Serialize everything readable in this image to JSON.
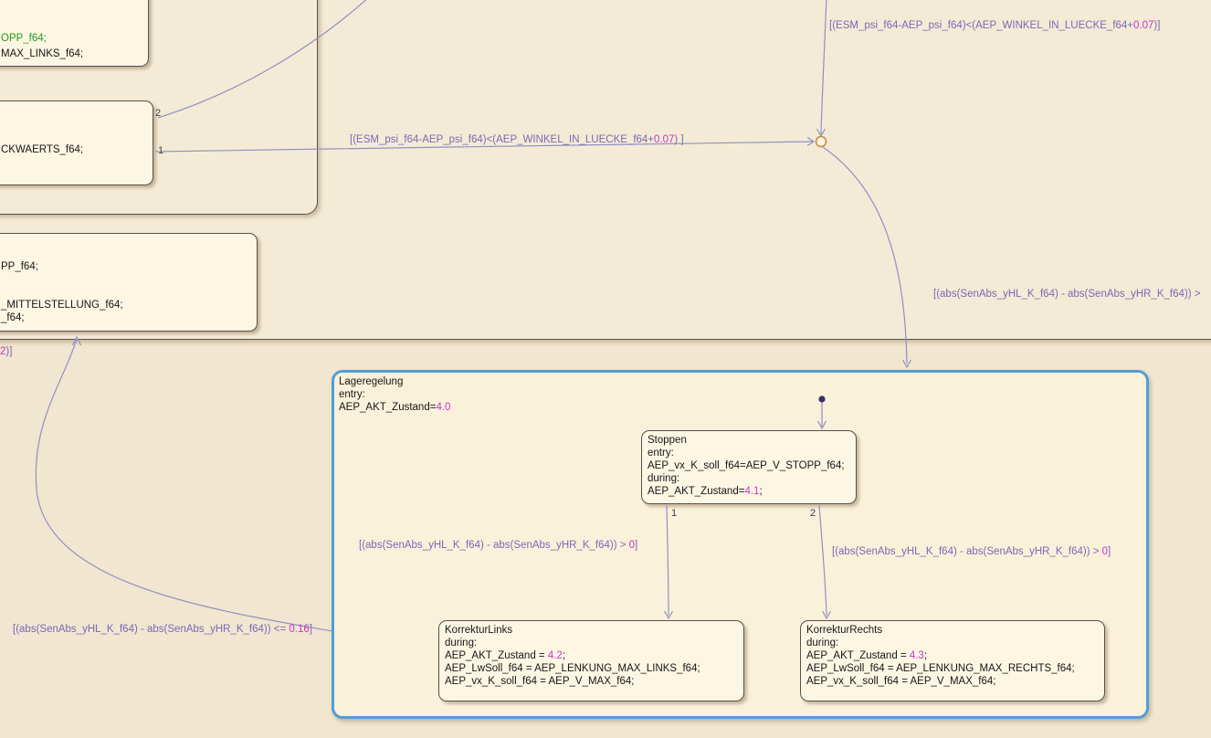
{
  "colors": {
    "canvas_bg": "#f1e6cf",
    "state_fill": "#fdf6e3",
    "container_fill": "#f4ebd6",
    "state_border": "#56514b",
    "selection_blue": "#4f9ed9",
    "transition_line": "#9090c4",
    "transition_label": "#7a68b8",
    "literal_magenta": "#c836c8",
    "keyword_green": "#22991f",
    "junction_orange": "#c98a3e"
  },
  "states": {
    "partial_top": {
      "l1": "OPP_f64;",
      "l2": "MAX_LINKS_f64;"
    },
    "partial_mid": {
      "l1": "CKWAERTS_f64;"
    },
    "partial_low": {
      "l1": "PP_f64;",
      "l2": "_MITTELSTELLUNG_f64;",
      "l3": "_f64;"
    },
    "lageregelung": {
      "title": "Lageregelung",
      "entry": "entry:",
      "code_pre": "AEP_AKT_Zustand=",
      "code_num": "4.0"
    },
    "stoppen": {
      "title": "Stoppen",
      "entry": "entry:",
      "entry_code": "AEP_vx_K_soll_f64=AEP_V_STOPP_f64;",
      "during": "during:",
      "during_pre": "AEP_AKT_Zustand=",
      "during_num": "4.1",
      "during_post": ";"
    },
    "korrektur_links": {
      "title": "KorrekturLinks",
      "during": "during:",
      "l1_pre": "AEP_AKT_Zustand = ",
      "l1_num": "4.2",
      "l1_post": ";",
      "l2": "AEP_LwSoll_f64 = AEP_LENKUNG_MAX_LINKS_f64;",
      "l3": "AEP_vx_K_soll_f64 = AEP_V_MAX_f64;"
    },
    "korrektur_rechts": {
      "title": "KorrekturRechts",
      "during": "during:",
      "l1_pre": "AEP_AKT_Zustand = ",
      "l1_num": "4.3",
      "l1_post": ";",
      "l2": "AEP_LwSoll_f64 = AEP_LENKUNG_MAX_RECHTS_f64;",
      "l3": "AEP_vx_K_soll_f64 = AEP_V_MAX_f64;"
    }
  },
  "labels": {
    "cond_psi_top": {
      "pre": "[(ESM_psi_f64-AEP_psi_f64)<(AEP_WINKEL_IN_LUECKE_f64+",
      "num": "0.07",
      "post": ")]"
    },
    "cond_psi_mid": {
      "pre": "[(ESM_psi_f64-AEP_psi_f64)<(AEP_WINKEL_IN_LUECKE_f64+",
      "num": "0.07",
      "post": ") ]"
    },
    "cond_abs_right": {
      "pre": "[(abs(SenAbs_yHL_K_f64) - abs(SenAbs_yHR_K_f64)) >"
    },
    "cond_abs_left": {
      "pre": "[(abs(SenAbs_yHL_K_f64) - abs(SenAbs_yHR_K_f64)) <= ",
      "num": "0.16",
      "post": "]"
    },
    "cond_abs_links": {
      "pre": "[(abs(SenAbs_yHL_K_f64) - abs(SenAbs_yHR_K_f64)) > ",
      "num": "0",
      "post": "]"
    },
    "cond_abs_rechts": {
      "pre": "[(abs(SenAbs_yHL_K_f64) - abs(SenAbs_yHR_K_f64)) > ",
      "num": "0",
      "post": "]"
    },
    "partial_left": {
      "num": "2",
      "post": ")]"
    },
    "port_s2_a": "2",
    "port_s2_b": "1",
    "port_stoppen_a": "1",
    "port_stoppen_b": "2"
  }
}
